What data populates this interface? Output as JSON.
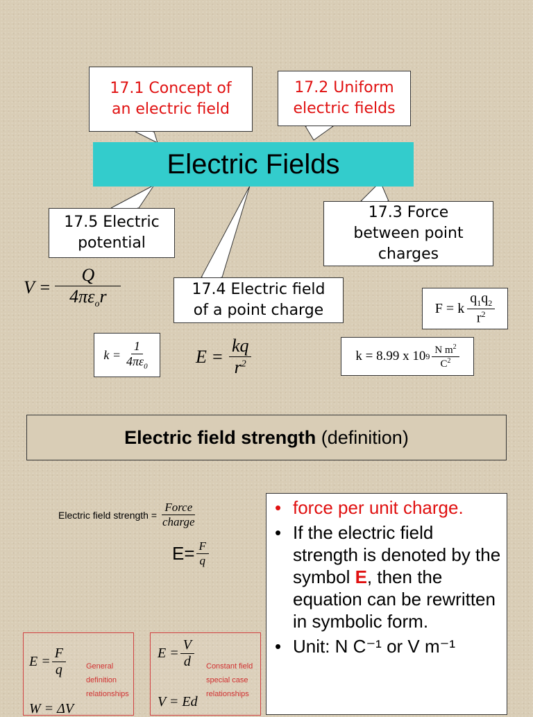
{
  "callouts": {
    "c171": [
      "17.1 Concept of",
      "an electric field"
    ],
    "c172": [
      "17.2 Uniform",
      "electric fields"
    ],
    "c175": [
      "17.5 Electric",
      "potential"
    ],
    "c173": [
      "17.3  Force",
      "between point",
      "charges"
    ],
    "c174": [
      "17.4 Electric field",
      "of a point charge"
    ]
  },
  "title": "Electric Fields",
  "formulas": {
    "potential": {
      "lhs": "V =",
      "num": "Q",
      "den": "4πε",
      "den_sub": "o",
      "den_tail": "r"
    },
    "k_def": {
      "lhs": "k =",
      "num": "1",
      "den": "4πε",
      "den_sub": "0"
    },
    "e_point": {
      "lhs": "E =",
      "num": "kq",
      "den": "r",
      "den_sup": "2"
    },
    "coulomb": {
      "lhs": "F = k",
      "num_a": "q",
      "sub_a": "1",
      "num_b": "q",
      "sub_b": "2",
      "den": "r",
      "den_sup": "2"
    },
    "k_value": {
      "lhs": "k = 8.99 x 10",
      "sup": "9",
      "num": "N m",
      "num_sup": "2",
      "den": "C",
      "den_sup": "2"
    }
  },
  "definition": {
    "bold": "Electric field strength",
    "rest": " (definition)"
  },
  "field_strength": {
    "label": "Electric field strength =",
    "num": "Force",
    "den": "charge",
    "short_lhs": "E=",
    "short_num": "F",
    "short_den": "q"
  },
  "bullets": {
    "b1": "force per unit charge.",
    "b2": "If the electric field strength is denoted by the symbol ",
    "b2_symbol": "E",
    "b2_tail": ", then the equation can be rewritten in symbolic form.",
    "b3": "Unit: N C⁻¹ or V m⁻¹",
    "bullet_glyph": "•"
  },
  "boxes": {
    "general": {
      "lhs": "E =",
      "num": "F",
      "den": "q",
      "note": [
        "General",
        "definition",
        "relationships"
      ],
      "bottom": "W = ΔV"
    },
    "constant": {
      "lhs": "E =",
      "num": "V",
      "den": "d",
      "note": [
        "Constant field",
        "special case",
        "relationships"
      ],
      "bottom": "V = Ed"
    }
  },
  "colors": {
    "title_bg": "#33cccc",
    "accent_red": "#e01010",
    "background": "#d9cdb6"
  }
}
